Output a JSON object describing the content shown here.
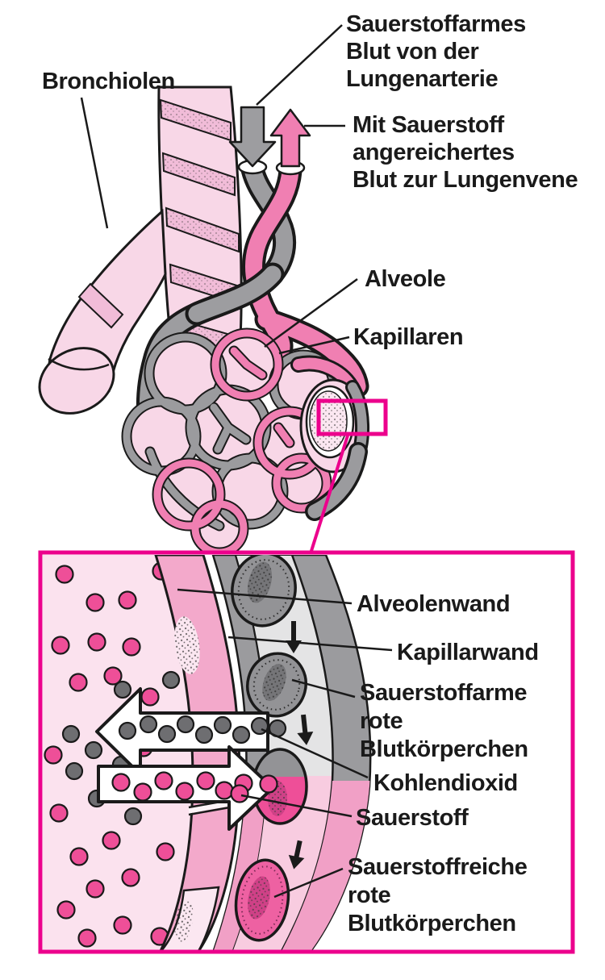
{
  "colors": {
    "magenta": "#ec008c",
    "ink": "#1a1a1a",
    "grayVessel": "#9d9da0",
    "grayWall": "#9b9b9e",
    "grayCell": "#939396",
    "grayNucleus": "#757578",
    "grayDot": "#6e6e71",
    "grayLumen": "#e4e4e5",
    "pinkVessel": "#f07fb2",
    "pinkWall": "#f3a9cb",
    "pinkLight": "#f8d7e7",
    "pinkLighter": "#fbe2ee",
    "pinkLumen": "#f8cce0",
    "pinkWallLow": "#f1a0c6",
    "pinkDot": "#ee4f98",
    "pinkCell": "#ee61a2",
    "pinkNucleus": "#cf4187",
    "pinkBand": "#f1bcd8",
    "paleCell": "#fbe7f1",
    "white": "#ffffff"
  },
  "labels": {
    "bronchiolen": "Bronchiolen",
    "artery": "Sauerstoffarmes\nBlut von der\nLungenarterie",
    "vein": "Mit Sauerstoff\nangereichertes\nBlut zur Lungenvene",
    "alveole": "Alveole",
    "kapillaren": "Kapillaren",
    "alveolenwand": "Alveolenwand",
    "kapillarwand": "Kapillarwand",
    "rbc_poor": "Sauerstoffarme\nrote\nBlutkörperchen",
    "kohlendioxid": "Kohlendioxid",
    "sauerstoff": "Sauerstoff",
    "rbc_rich": "Sauerstoffreiche\nrote\nBlutkörperchen"
  }
}
